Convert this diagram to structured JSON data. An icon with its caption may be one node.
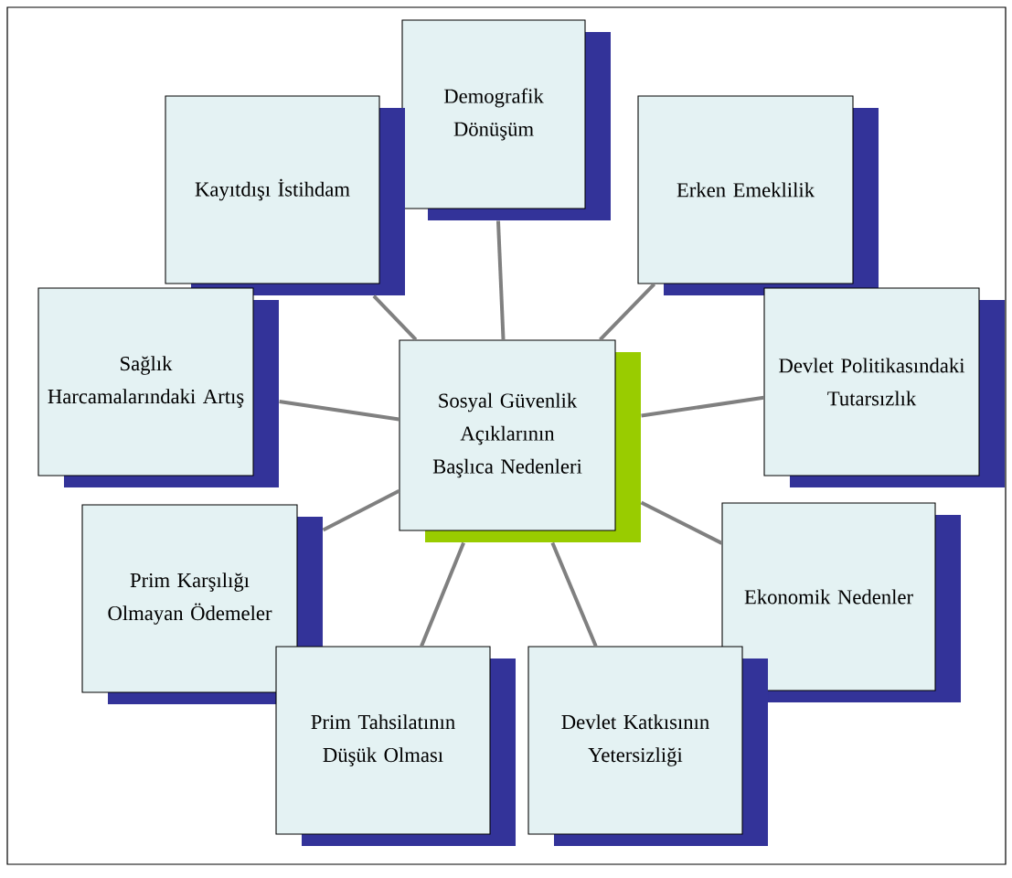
{
  "diagram": {
    "nodes": [
      {
        "text": [
          "Demografik Dönüşüm"
        ]
      },
      {
        "text": [
          "Kayıtdışı İstihdam"
        ]
      },
      {
        "text": [
          "Erken Emeklilik"
        ]
      },
      {
        "text": [
          "Sağlık Harcamalarındaki Artış"
        ]
      },
      {
        "text": [
          "Sosyal Güvenlik Açıklarının Başlıca Nedenleri"
        ]
      },
      {
        "text": [
          "Devlet Politikasındaki Tutarsızlık"
        ]
      },
      {
        "text": [
          "Prim Karşılığı Olmayan Ödemeler"
        ]
      },
      {
        "text": [
          "Ekonomik Nedenler"
        ]
      },
      {
        "text": [
          "Prim Tahsilatının Düşük Olması"
        ]
      },
      {
        "text": [
          "Devlet Katkısının Yetersizliği"
        ]
      }
    ],
    "edges": [
      {
        "from": 4,
        "to": 0,
        "arrow": "none"
      },
      {
        "from": 4,
        "to": 1,
        "arrow": "none"
      },
      {
        "from": 4,
        "to": 2,
        "arrow": "none"
      },
      {
        "from": 4,
        "to": 3,
        "arrow": "none"
      },
      {
        "from": 4,
        "to": 5,
        "arrow": "none"
      },
      {
        "from": 4,
        "to": 6,
        "arrow": "none"
      },
      {
        "from": 4,
        "to": 7,
        "arrow": "none"
      },
      {
        "from": 4,
        "to": 8,
        "arrow": "none"
      },
      {
        "from": 4,
        "to": 9,
        "arrow": "none"
      }
    ]
  }
}
